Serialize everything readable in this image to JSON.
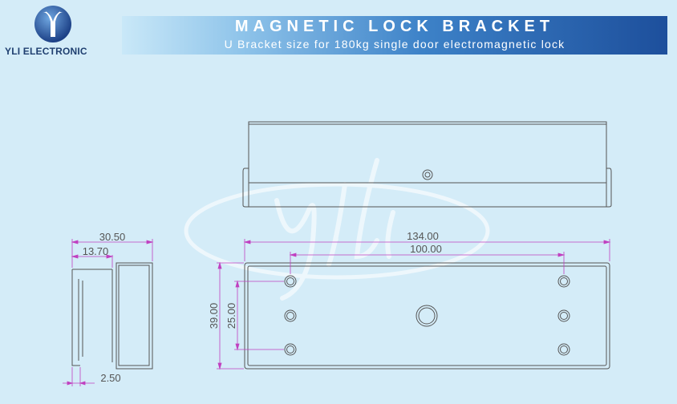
{
  "brand": {
    "name": "YLI ELECTRONIC",
    "logo_icon": "yli-y-logo-icon"
  },
  "banner": {
    "title": "MAGNETIC LOCK BRACKET",
    "subtitle": "U Bracket size for 180kg single door electromagnetic lock"
  },
  "watermark": {
    "text": "yli",
    "icon": "yli-script-watermark"
  },
  "dimensions": {
    "side_total_width": "30.50",
    "side_inner_width": "13.70",
    "side_thickness": "2.50",
    "front_total_length": "134.00",
    "front_hole_spacing": "100.00",
    "front_total_height": "39.00",
    "front_hole_height": "25.00"
  },
  "colors": {
    "background": "#d4ecf8",
    "line": "#555555",
    "dimension_line": "#c040c0",
    "banner_dark": "#1d4f9c",
    "banner_light": "#c9e8f8"
  }
}
